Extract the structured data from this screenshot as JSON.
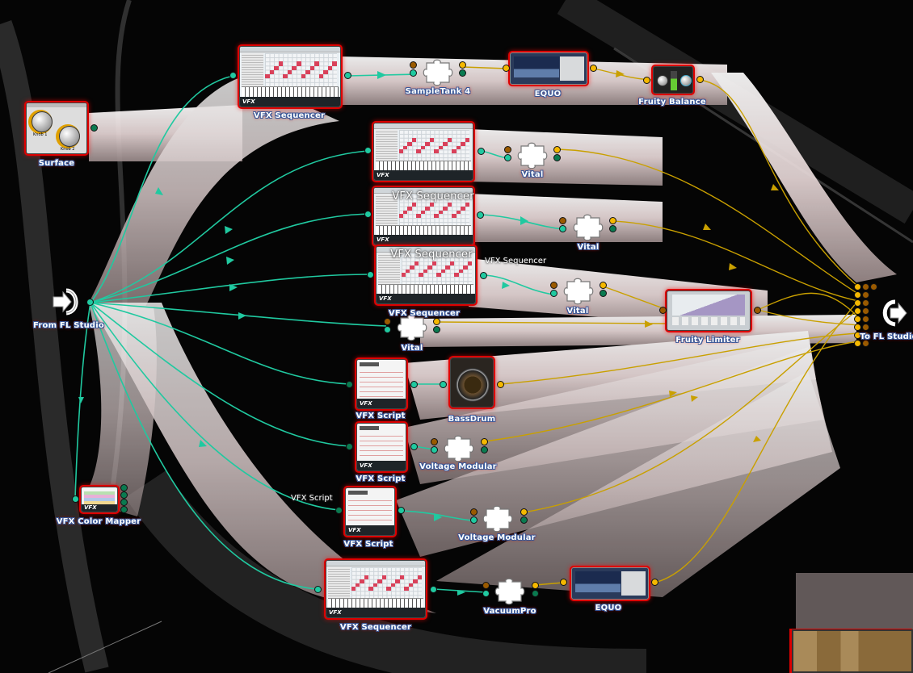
{
  "app": {
    "view": "Patcher"
  },
  "colors": {
    "audio_wire": "#f5b800",
    "event_wire": "#20c9a0",
    "highlight": "#dd0000",
    "background": "#000000"
  },
  "nodes": {
    "from_fl": {
      "label": "From FL Studio",
      "icon": "input-arrow-icon"
    },
    "to_fl": {
      "label": "To FL Studio",
      "icon": "output-arrow-icon"
    },
    "surface": {
      "label": "Surface",
      "knob1": "Knob 1",
      "knob2": "Knob 2"
    },
    "seq1": {
      "label": "VFX Sequencer",
      "brand": "VFX"
    },
    "seq2": {
      "label": "VFX Sequencer",
      "brand": "VFX"
    },
    "seq3": {
      "label": "VFX Sequencer",
      "brand": "VFX"
    },
    "seq4": {
      "label": "VFX Sequencer",
      "brand": "VFX",
      "hover": "VFX Sequencer"
    },
    "seq5": {
      "label": "VFX Sequencer",
      "brand": "VFX"
    },
    "sampletank": {
      "label": "SampleTank 4"
    },
    "eq1": {
      "label": "EQUO"
    },
    "eq2": {
      "label": "EQUO"
    },
    "balance": {
      "label": "Fruity Balance"
    },
    "vital1": {
      "label": "Vital"
    },
    "vital2": {
      "label": "Vital"
    },
    "vital3": {
      "label": "Vital"
    },
    "vital4": {
      "label": "Vital"
    },
    "limiter": {
      "label": "Fruity Limiter"
    },
    "script1": {
      "label": "VFX Script",
      "brand": "VFX"
    },
    "script2": {
      "label": "VFX Script",
      "brand": "VFX"
    },
    "script3": {
      "label": "VFX Script",
      "brand": "VFX",
      "hover": "VFX Script"
    },
    "bassdrum": {
      "label": "BassDrum"
    },
    "voltage1": {
      "label": "Voltage Modular"
    },
    "voltage2": {
      "label": "Voltage Modular"
    },
    "colormapper": {
      "label": "VFX Color Mapper",
      "brand": "VFX"
    },
    "vacuum": {
      "label": "VacuumPro"
    }
  }
}
